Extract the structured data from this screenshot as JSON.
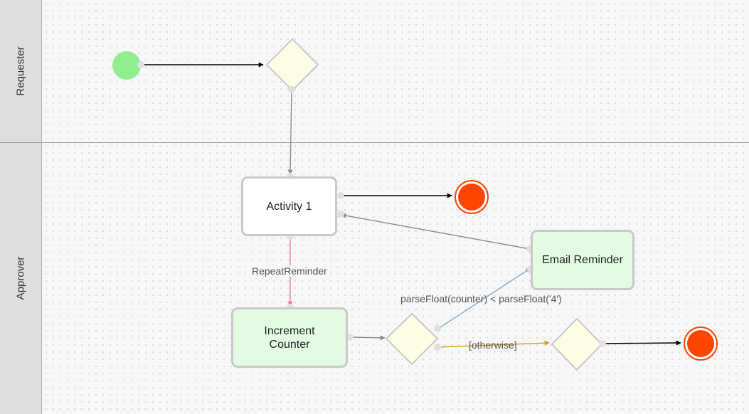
{
  "lanes": [
    {
      "label": "Requester"
    },
    {
      "label": "Approver"
    }
  ],
  "nodes": {
    "activity1": {
      "label": "Activity 1"
    },
    "increment_counter": {
      "label": "Increment\nCounter"
    },
    "email_reminder": {
      "label": "Email Reminder"
    }
  },
  "edge_labels": {
    "repeat_reminder": "RepeatReminder",
    "condition": "parseFloat(counter) < parseFloat('4')",
    "otherwise": "[otherwise]"
  },
  "colors": {
    "start_event": "#90ee90",
    "end_event": "#ff4500",
    "gateway_fill": "#fdfde6",
    "task_fill_white": "#ffffff",
    "task_fill_green": "#e2fbe2",
    "flow_black": "#000000",
    "flow_gray": "#8c8c8c",
    "flow_pink": "#e87d97",
    "flow_blue": "#7fa6dc",
    "flow_gold": "#d4a017"
  }
}
